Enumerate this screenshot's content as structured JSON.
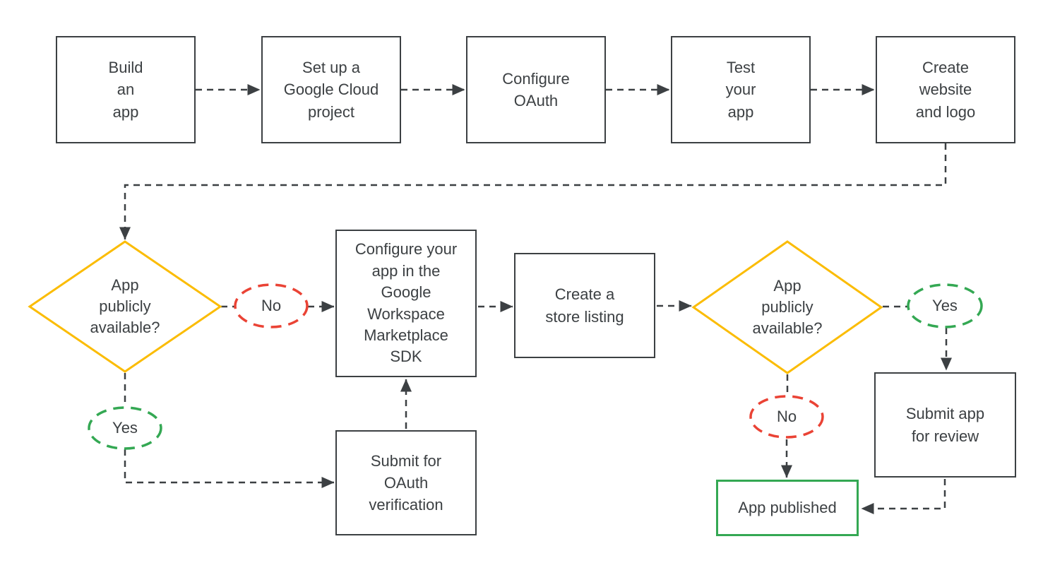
{
  "colors": {
    "line": "#3C4043",
    "box_border": "#3C4043",
    "text": "#3C4043",
    "decision": "#FBBC04",
    "no": "#EA4335",
    "yes": "#34A853",
    "published_border": "#34A853",
    "background": "#FFFFFF"
  },
  "process_nodes": [
    {
      "id": "build-an-app",
      "label": "Build\nan\napp"
    },
    {
      "id": "setup-google-cloud-project",
      "label": "Set up a\nGoogle Cloud\nproject"
    },
    {
      "id": "configure-oauth",
      "label": "Configure\nOAuth"
    },
    {
      "id": "test-your-app",
      "label": "Test\nyour\napp"
    },
    {
      "id": "create-website-and-logo",
      "label": "Create\nwebsite\nand logo"
    },
    {
      "id": "configure-marketplace-sdk",
      "label": "Configure your\napp in the\nGoogle\nWorkspace\nMarketplace\nSDK"
    },
    {
      "id": "create-store-listing",
      "label": "Create a\nstore listing"
    },
    {
      "id": "submit-oauth-verification",
      "label": "Submit for\nOAuth\nverification"
    },
    {
      "id": "submit-app-for-review",
      "label": "Submit app\nfor review"
    },
    {
      "id": "app-published",
      "label": "App published"
    }
  ],
  "decisions": [
    {
      "id": "decision-app-publicly-available-1",
      "label": "App\npublicly\navailable?"
    },
    {
      "id": "decision-app-publicly-available-2",
      "label": "App\npublicly\navailable?"
    }
  ],
  "branch_labels": [
    {
      "id": "branch-no-1",
      "label": "No",
      "type": "no"
    },
    {
      "id": "branch-yes-1",
      "label": "Yes",
      "type": "yes"
    },
    {
      "id": "branch-yes-2",
      "label": "Yes",
      "type": "yes"
    },
    {
      "id": "branch-no-2",
      "label": "No",
      "type": "no"
    }
  ]
}
